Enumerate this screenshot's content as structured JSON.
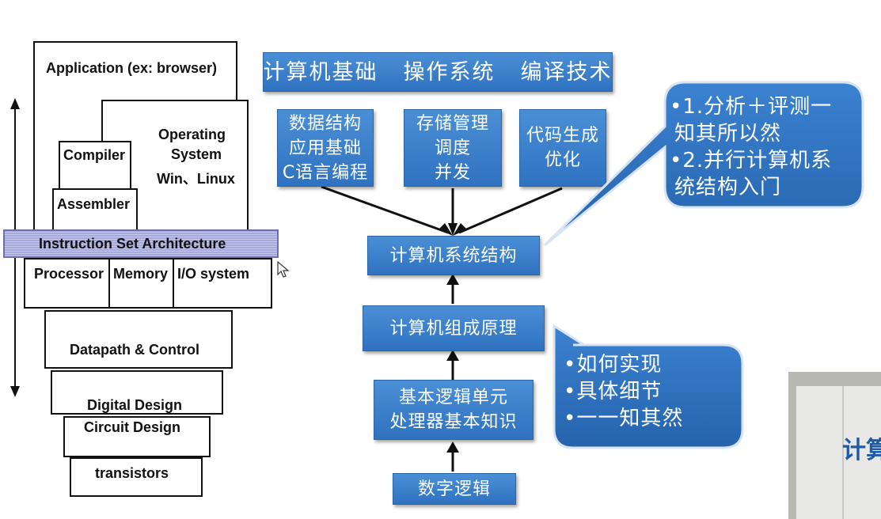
{
  "left_stack": {
    "application": "Application (ex: browser)",
    "operating_system_line1": "Operating",
    "operating_system_line2": "System",
    "operating_system_line3": "Win、Linux",
    "compiler": "Compiler",
    "assembler": "Assembler",
    "isa": "Instruction Set Architecture",
    "processor": "Processor",
    "memory": "Memory",
    "io_system": "I/O system",
    "datapath": "Datapath & Control",
    "digital_design": "Digital  Design",
    "circuit_design": "Circuit Design",
    "transistors": "transistors"
  },
  "top_bar": [
    "计算机基础",
    "操作系统",
    "编译技术"
  ],
  "sub_boxes": [
    [
      "数据结构",
      "应用基础",
      "C语言编程"
    ],
    [
      "存储管理",
      "调度",
      "并发"
    ],
    [
      "代码生成",
      "优化"
    ]
  ],
  "center": {
    "architecture": "计算机系统结构",
    "organization": "计算机组成原理",
    "basics_line1": "基本逻辑单元",
    "basics_line2": "处理器基本知识",
    "digital_logic": "数字逻辑"
  },
  "callout_top": [
    "•1.分析＋评测一",
    "知其所以然",
    "•2.并行计算机系",
    "统结构入门"
  ],
  "callout_bottom": [
    "•如何实现",
    "•具体细节",
    "•一一知其然"
  ],
  "video_text": "计算",
  "colors": {
    "box_blue": "#3a7fcc",
    "callout_blue": "#2f6fb8",
    "isa_fill": "#a6a9dc",
    "ink": "#111111"
  }
}
